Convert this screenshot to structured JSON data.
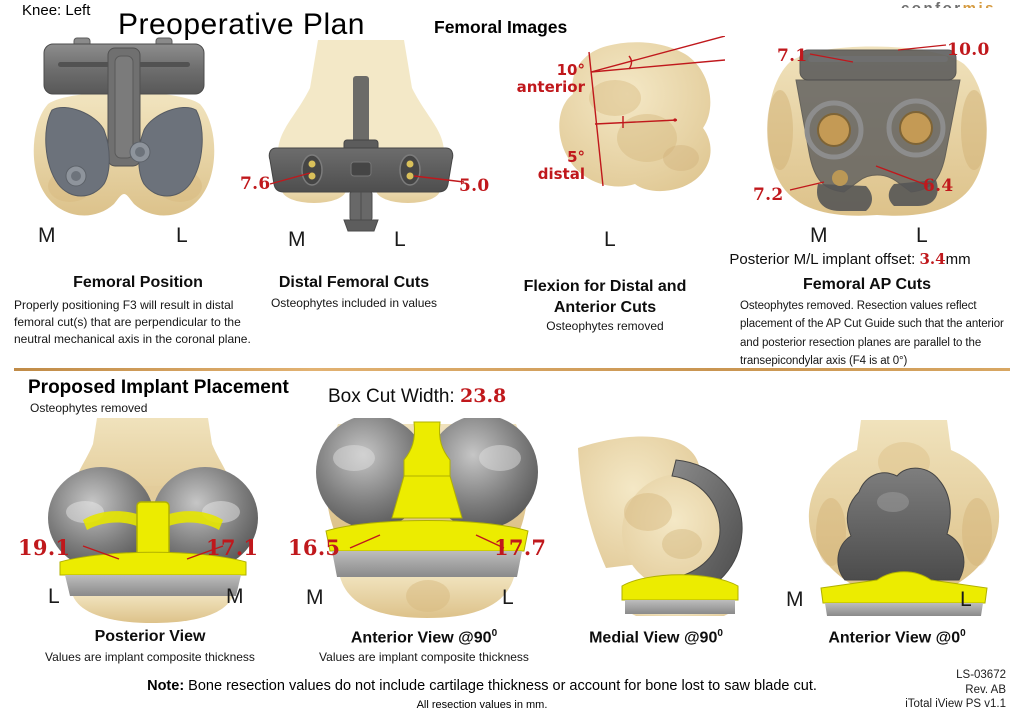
{
  "header": {
    "knee_label": "Knee: Left",
    "title": "Preoperative Plan",
    "section_title": "Femoral Images",
    "logo_gray": "confor",
    "logo_accent": "mis"
  },
  "femoral_panels": [
    {
      "caption": "Femoral Position",
      "ml_left": "M",
      "ml_right": "L",
      "description": "Properly positioning F3 will result in distal femoral cut(s) that are perpendicular to the neutral mechanical axis in the coronal plane."
    },
    {
      "caption": "Distal Femoral Cuts",
      "subcaption": "Osteophytes included in values",
      "ml_left": "M",
      "ml_right": "L",
      "value_left": "7.6",
      "value_right": "5.0"
    },
    {
      "caption_line1": "Flexion for Distal and",
      "caption_line2": "Anterior Cuts",
      "subcaption": "Osteophytes removed",
      "ml_center": "L",
      "angle_top_value": "10°",
      "angle_top_label": "anterior",
      "angle_bottom_value": "5°",
      "angle_bottom_label": "distal"
    },
    {
      "caption": "Femoral AP Cuts",
      "ml_left": "M",
      "ml_right": "L",
      "value_top_left": "7.1",
      "value_top_right": "10.0",
      "value_bottom_left": "7.2",
      "value_bottom_right": "6.4",
      "offset_label": "Posterior M/L implant offset:",
      "offset_value": "3.4",
      "offset_unit": "mm",
      "description": "Osteophytes removed. Resection values reflect placement of the AP Cut Guide such that the anterior and posterior resection planes are parallel to the transepicondylar axis (F4 is at 0°)"
    }
  ],
  "implant_section": {
    "title": "Proposed Implant Placement",
    "subtitle": "Osteophytes removed",
    "box_cut_label": "Box Cut Width:",
    "box_cut_value": "23.8"
  },
  "implant_views": [
    {
      "caption": "Posterior View",
      "subcaption": "Values are implant composite thickness",
      "value_left": "19.1",
      "value_right": "17.1",
      "ml_left": "L",
      "ml_right": "M"
    },
    {
      "caption": "Anterior View @90",
      "caption_sup": "0",
      "subcaption": "Values are implant composite thickness",
      "value_left": "16.5",
      "value_right": "17.7",
      "ml_left": "M",
      "ml_right": "L"
    },
    {
      "caption": "Medial View @90",
      "caption_sup": "0"
    },
    {
      "caption": "Anterior View @0",
      "caption_sup": "0",
      "ml_left": "M",
      "ml_right": "L"
    }
  ],
  "footer": {
    "note_label": "Note:",
    "note_text": " Bone resection values do not include cartilage thickness or account for bone lost to saw blade cut.",
    "note_sub": "All resection values in mm.",
    "doc_number": "LS-03672",
    "revision": "Rev. AB",
    "version": "iTotal iView PS v1.1"
  },
  "colors": {
    "accent_red": "#c0181c",
    "divider_tan": "#cf9a52",
    "bone": "#e9d5a8",
    "implant_gray": "#5e5e5e",
    "implant_yellow": "#ecec00"
  }
}
